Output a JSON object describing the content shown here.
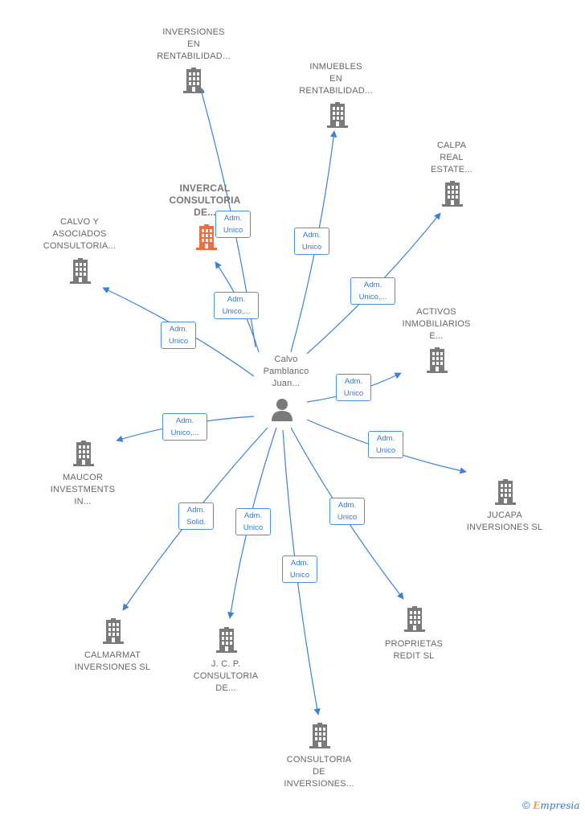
{
  "center": {
    "label": "Calvo\nPamblanco\nJuan..."
  },
  "nodes": [
    {
      "id": "n1",
      "label": "INVERSIONES\nEN\nRENTABILIDAD...",
      "highlight": false
    },
    {
      "id": "n2",
      "label": "INMUEBLES\nEN\nRENTABILIDAD...",
      "highlight": false
    },
    {
      "id": "n3",
      "label": "CALPA\nREAL\nESTATE...",
      "highlight": false
    },
    {
      "id": "n4",
      "label": "INVERCAL\nCONSULTORIA\nDE...",
      "highlight": true
    },
    {
      "id": "n5",
      "label": "CALVO Y\nASOCIADOS\nCONSULTORIA...",
      "highlight": false
    },
    {
      "id": "n6",
      "label": "ACTIVOS\nINMOBILIARIOS\nE...",
      "highlight": false
    },
    {
      "id": "n7",
      "label": "MAUCOR\nINVESTMENTS\nIN...",
      "highlight": false
    },
    {
      "id": "n8",
      "label": "JUCAPA\nINVERSIONES SL",
      "highlight": false
    },
    {
      "id": "n9",
      "label": "CALMARMAT\nINVERSIONES SL",
      "highlight": false
    },
    {
      "id": "n10",
      "label": "J.  C. P.\nCONSULTORIA\nDE...",
      "highlight": false
    },
    {
      "id": "n11",
      "label": "PROPRIETAS\nREDIT SL",
      "highlight": false
    },
    {
      "id": "n12",
      "label": "CONSULTORIA\nDE\nINVERSIONES...",
      "highlight": false
    }
  ],
  "edges": [
    {
      "to": "n1",
      "label": "Adm.\nUnico"
    },
    {
      "to": "n2",
      "label": "Adm.\nUnico"
    },
    {
      "to": "n3",
      "label": "Adm.\nUnico,..."
    },
    {
      "to": "n4",
      "label": "Adm.\nUnico,..."
    },
    {
      "to": "n5",
      "label": "Adm.\nUnico"
    },
    {
      "to": "n6",
      "label": "Adm.\nUnico"
    },
    {
      "to": "n7",
      "label": "Adm.\nUnico,..."
    },
    {
      "to": "n8",
      "label": "Adm.\nUnico"
    },
    {
      "to": "n9",
      "label": "Adm.\nSolid."
    },
    {
      "to": "n10",
      "label": "Adm.\nUnico"
    },
    {
      "to": "n11",
      "label": "Adm.\nUnico"
    },
    {
      "to": "n12",
      "label": "Adm.\nUnico"
    }
  ],
  "colors": {
    "edge": "#3b82d6",
    "building": "#7a7a7a",
    "building_highlight": "#f26a3d",
    "person": "#7a7a7a"
  },
  "icons": {
    "company": "building-icon",
    "person": "person-icon"
  },
  "footer": {
    "copyright": "©",
    "brand_first": "E",
    "brand_rest": "mpresia"
  }
}
